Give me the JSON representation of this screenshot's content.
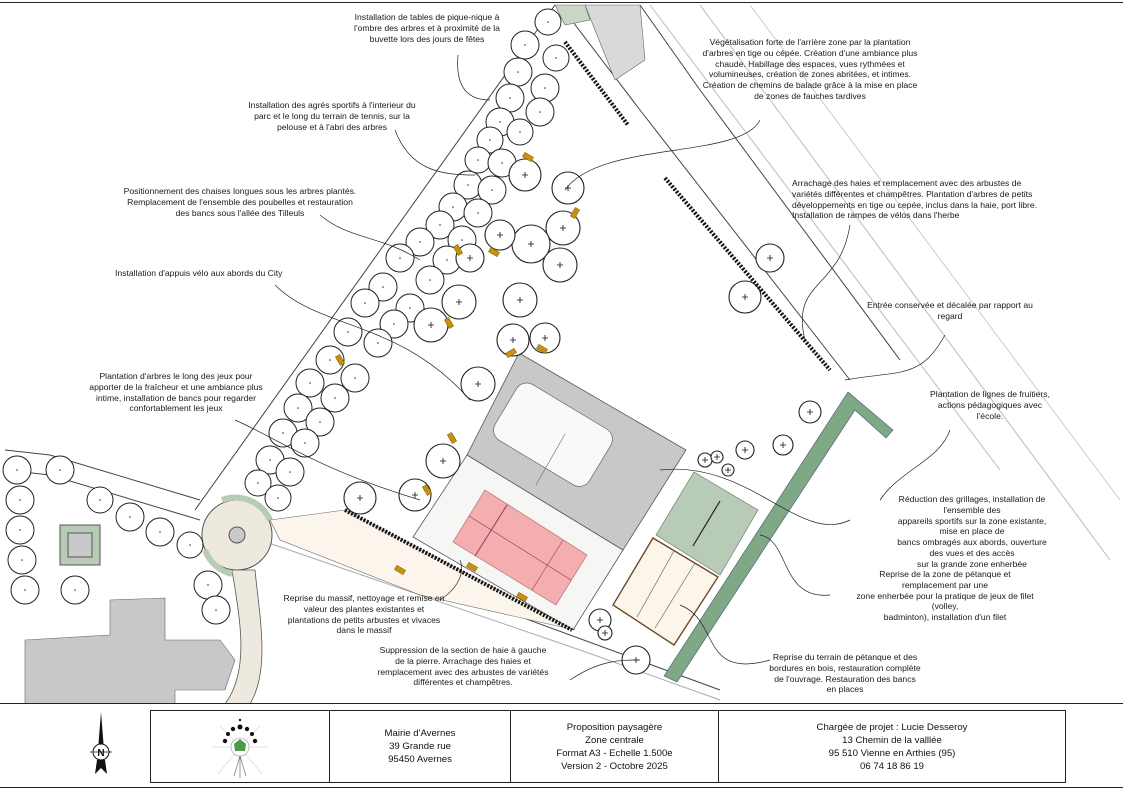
{
  "annotations": {
    "picnic": "Installation de tables de pique-nique à\nl'ombre des arbres et à proximité de la\nbuvette lors des jours de fêtes",
    "fitness": "Installation des agrés sportifs à l'interieur du\nparc et le long du terrain de tennis, sur la\npelouse et à l'abri des arbres",
    "deckchairs": "Positionnement des chaises longues sous les arbres plantés.\nRemplacement de l'ensemble des poubelles et restauration\ndes bancs sous l'allée des Tilleuls",
    "bike_racks": "Installation d'appuis vélo aux abords du City",
    "play_trees": "Plantation d'arbres le long des jeux pour\napporter de la fraîcheur et une ambiance plus\nintime, installation de bancs pour regarder\nconfortablement les jeux",
    "vegetation": "Végétalisation forte de l'arrière zone par la plantation\nd'arbres en tige ou cépée. Création d'une ambiance plus\nchaude. Habillage des espaces, vues rythmées et\nvolumineuses, création de zones abritées, et intimes.\nCréation de chemins de balade grâce à la mise en place\nde zones de fauches tardives",
    "hedges": "Arrachage des haies et remplacement avec des arbustes de\nvariétés différentes et champêtres. Plantation d'arbres de petits\ndéveloppements en tige ou cepée, inclus dans la haie, port libre.\nInstallation de rampes de vélos dans l'herbe",
    "entrance": "Entrée conservée et décalée par rapport au\nregard",
    "fruit_trees": "Plantation de lignes de fruitiers,\nactions pédagogiques avec\nl'école.",
    "fences": "Réduction des grillages, installation de l'ensemble des\nappareils sportifs sur la zone existante, mise en place de\nbancs ombragés aux abords, ouverture des vues et des accès\nsur la grande zone enherbée",
    "petanque_zone": "Reprise de la zone de pétanque et remplacement par une\nzone enherbée pour la pratique de jeux de filet (volley,\nbadminton), installation d'un filet",
    "petanque_court": "Reprise du terrain de pétanque et des\nbordures en bois, restauration complète\nde l'ouvrage. Restauration des bancs\nen places",
    "massif": "Reprise du massif, nettoyage et remise en\nvaleur des plantes existantes et\nplantations de petits arbustes et vivaces\ndans le massif",
    "hedge_removal": "Suppression de la section de haie à gauche\nde la pierre. Arrachage des haies et\nremplacement avec des arbustes de variétés\ndifférentes et champêtres."
  },
  "north_arrow": {
    "label": "N"
  },
  "title_block": {
    "client": [
      "Mairie d'Avernes",
      "39 Grande rue",
      "95450 Avernes"
    ],
    "project": [
      "Proposition paysagère",
      "Zone centrale",
      "Format A3 - Echelle 1.500e",
      "Version 2 - Octobre 2025"
    ],
    "designer": [
      "Chargée de projet : Lucie Desseroy",
      "13 Chemin de la valllée",
      "95 510 Vienne en Arthies (95)",
      "06 74 18 86 19"
    ]
  },
  "colors": {
    "court_grey": "#c7c8ca",
    "tennis_pink": "#f4aeb0",
    "grass_green": "#b8cbb6",
    "strip_green": "#7fa887",
    "bench": "#c8900c",
    "sand": "#fbf8f2"
  }
}
